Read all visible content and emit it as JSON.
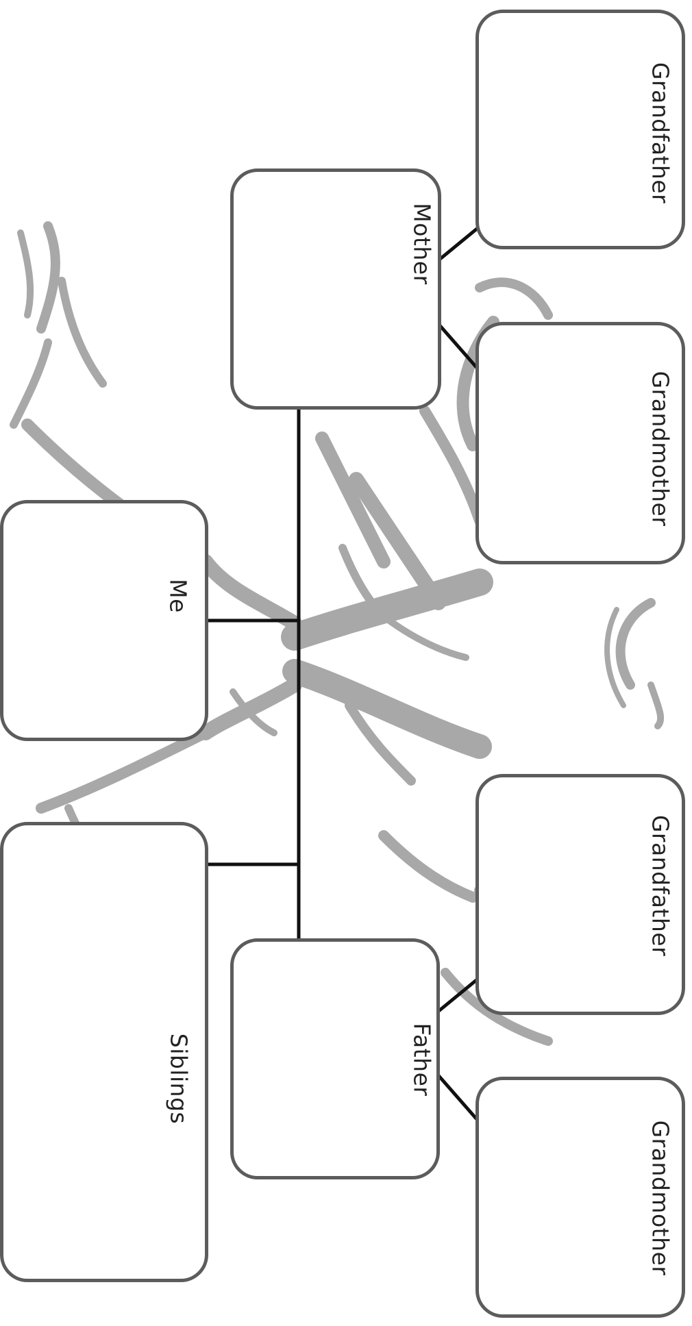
{
  "diagram": {
    "nodes": {
      "me": "Me",
      "siblings": "Siblings",
      "mother": "Mother",
      "father": "Father",
      "maternal_grandfather": "Grandfather",
      "maternal_grandmother": "Grandmother",
      "paternal_grandfather": "Grandfather",
      "paternal_grandmother": "Grandmother"
    },
    "colors": {
      "box_border": "#5c5c5c",
      "connector": "#111111",
      "tree_watermark": "#a8a8a8",
      "background": "#ffffff"
    }
  }
}
